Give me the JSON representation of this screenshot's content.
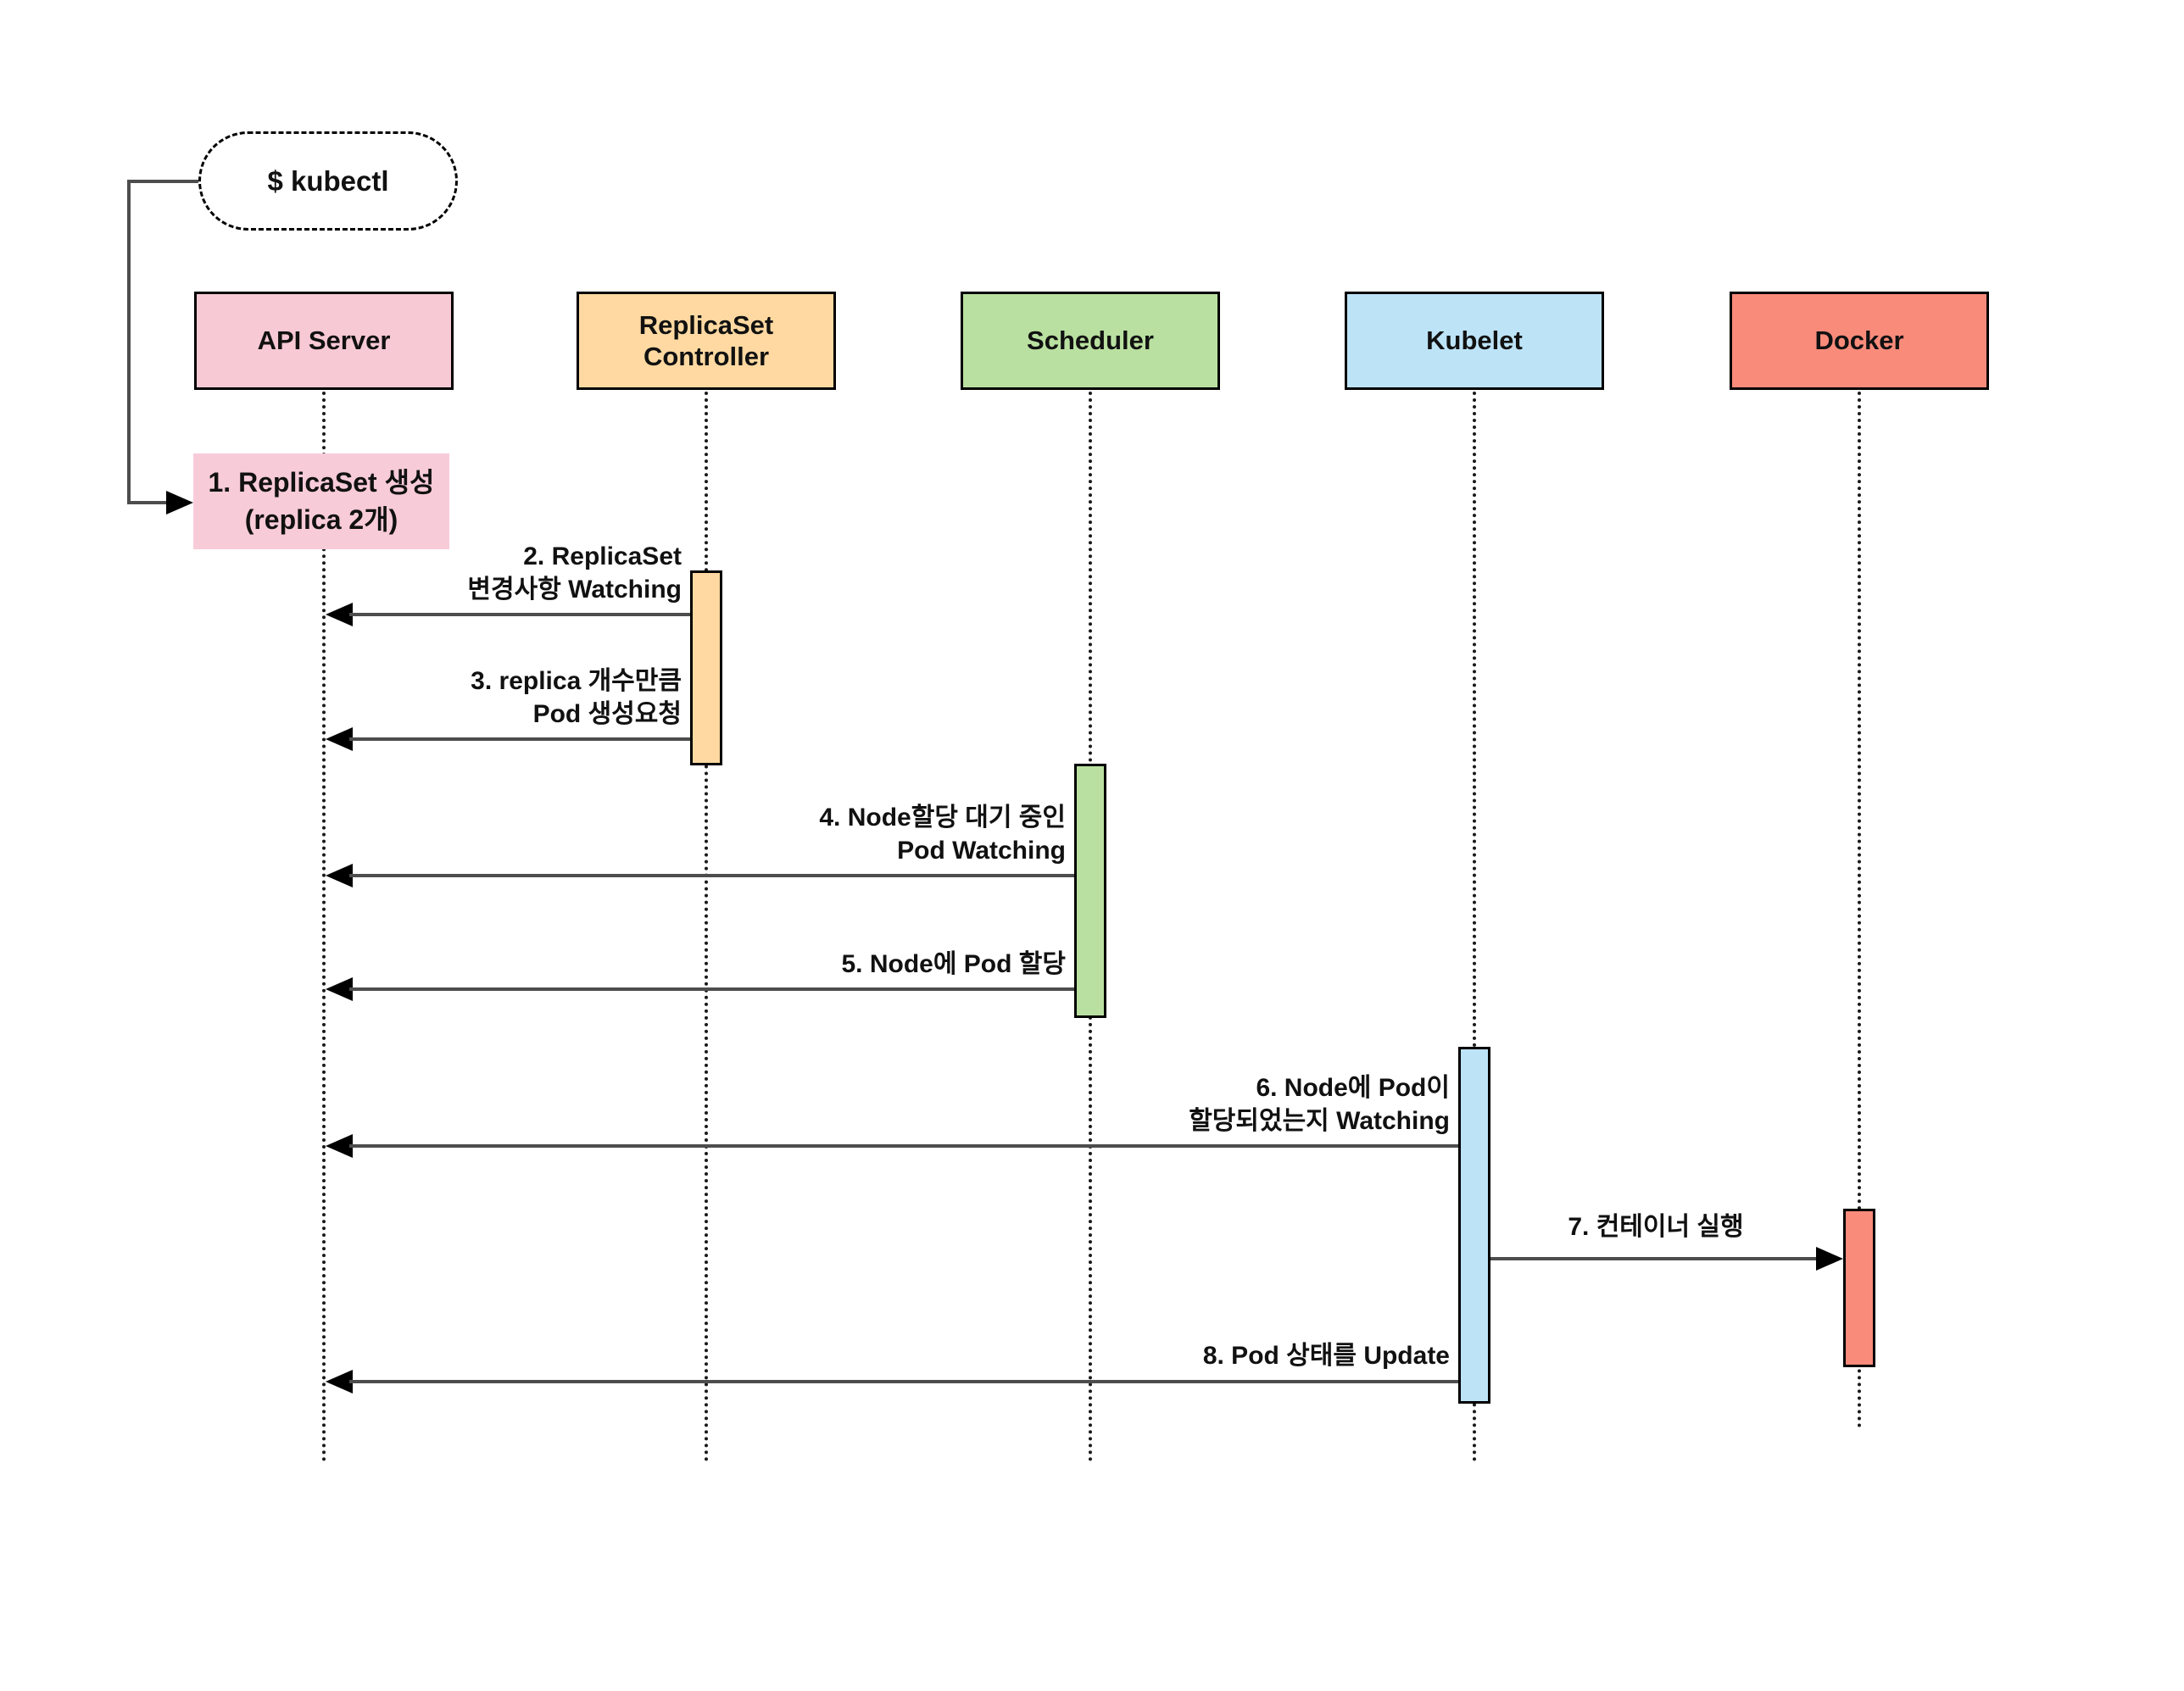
{
  "diagram": {
    "type": "sequence-diagram",
    "entry_node": {
      "label": "$ kubectl"
    },
    "actors": [
      {
        "label": "API Server",
        "fill": "#f7c9d4"
      },
      {
        "label": "ReplicaSet Controller",
        "fill": "#ffd9a1"
      },
      {
        "label": "Scheduler",
        "fill": "#b9e0a0"
      },
      {
        "label": "Kubelet",
        "fill": "#bde3f7"
      },
      {
        "label": "Docker",
        "fill": "#f98b7b"
      }
    ],
    "self_note": {
      "line1": "1. ReplicaSet 생성",
      "line2": "(replica 2개)",
      "fill": "#f8cbd9",
      "target": "API Server",
      "source": "$ kubectl"
    },
    "messages": [
      {
        "line1": "2. ReplicaSet",
        "line2": "변경사항 Watching",
        "from": "ReplicaSet Controller",
        "to": "API Server"
      },
      {
        "line1": "3. replica 개수만큼",
        "line2": "Pod 생성요청",
        "from": "ReplicaSet Controller",
        "to": "API Server"
      },
      {
        "line1": "4. Node할당 대기 중인",
        "line2": "Pod Watching",
        "from": "Scheduler",
        "to": "API Server"
      },
      {
        "line1": "5. Node에 Pod 할당",
        "from": "Scheduler",
        "to": "API Server"
      },
      {
        "line1": "6. Node에 Pod이",
        "line2": "할당되었는지 Watching",
        "from": "Kubelet",
        "to": "API Server"
      },
      {
        "line1": "7. 컨테이너 실행",
        "from": "Kubelet",
        "to": "Docker"
      },
      {
        "line1": "8. Pod 상태를 Update",
        "from": "Kubelet",
        "to": "API Server"
      }
    ],
    "colors": {
      "line": "#4d4d4d",
      "arrowhead": "#000000",
      "border": "#000000",
      "background": "#ffffff"
    }
  }
}
